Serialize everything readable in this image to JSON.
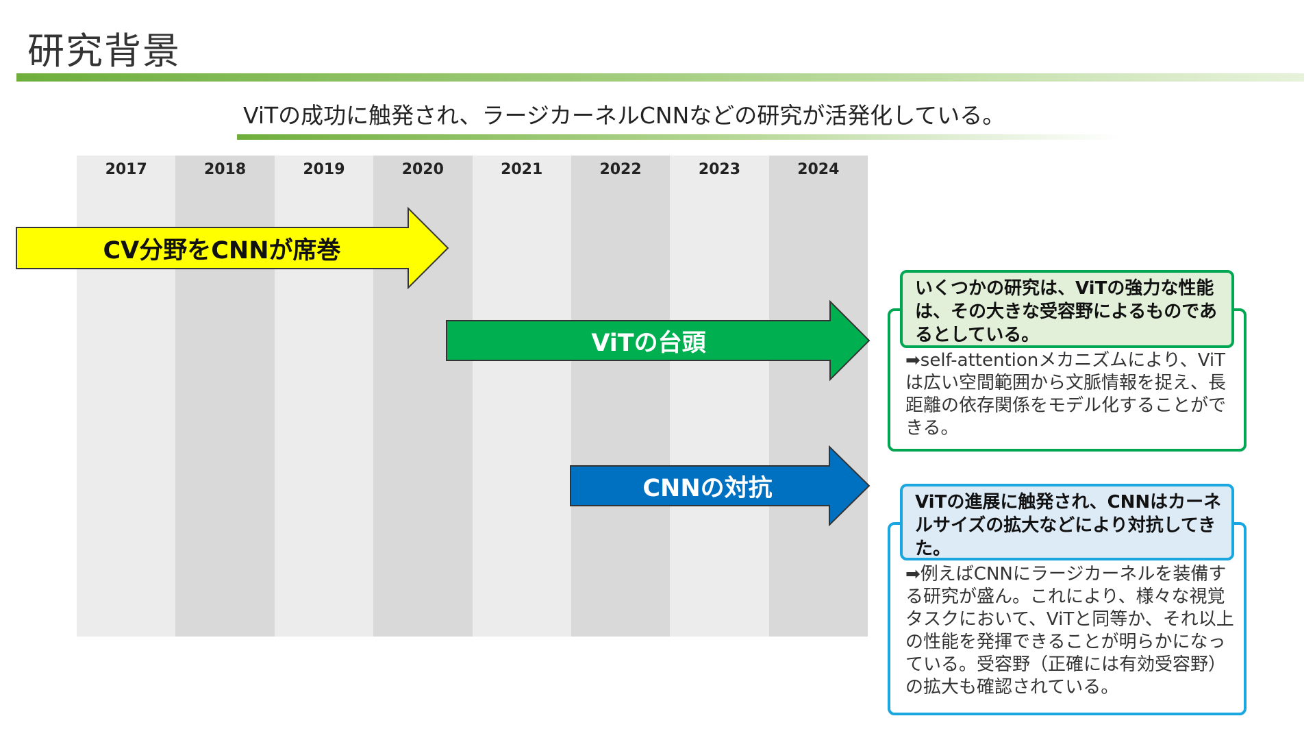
{
  "page": {
    "title": "研究背景",
    "subtitle": "ViTの成功に触発され、ラージカーネルCNNなどの研究が活発化している。"
  },
  "timeline": {
    "years": [
      "2017",
      "2018",
      "2019",
      "2020",
      "2021",
      "2022",
      "2023",
      "2024"
    ]
  },
  "arrows": [
    {
      "label": "CV分野をCNNが席巻",
      "fill": "#ffff00",
      "text_color": "#111111"
    },
    {
      "label": "ViTの台頭",
      "fill": "#00b050",
      "text_color": "#ffffff"
    },
    {
      "label": "CNNの対抗",
      "fill": "#0070c0",
      "text_color": "#ffffff"
    }
  ],
  "callouts": [
    {
      "heading": "いくつかの研究は、ViTの強力な性能は、その大きな受容野によるものであるとしている。",
      "body": "➡self-attentionメカニズムにより、ViTは広い空間範囲から文脈情報を捉え、長距離の依存関係をモデル化することができる。",
      "border": "#00a651",
      "inner_fill": "#e2f0d9"
    },
    {
      "heading": "ViTの進展に触発され、CNNはカーネルサイズの拡大などにより対抗してきた。",
      "body": "➡例えばCNNにラージカーネルを装備する研究が盛ん。これにより、様々な視覚タスクにおいて、ViTと同等か、それ以上の性能を発揮できることが明らかになっている。受容野（正確には有効受容野）の拡大も確認されている。",
      "border": "#1aa7e0",
      "inner_fill": "#ddebf7"
    }
  ]
}
